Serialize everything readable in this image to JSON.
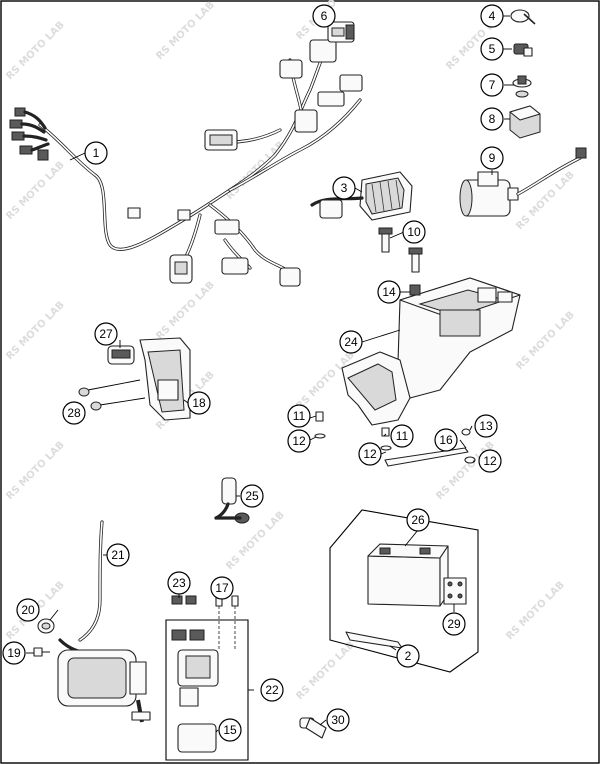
{
  "watermark": "RS MOTO LAB",
  "callouts": [
    {
      "id": "1",
      "label": "1"
    },
    {
      "id": "2",
      "label": "2"
    },
    {
      "id": "3",
      "label": "3"
    },
    {
      "id": "4",
      "label": "4"
    },
    {
      "id": "5",
      "label": "5"
    },
    {
      "id": "6",
      "label": "6"
    },
    {
      "id": "7",
      "label": "7"
    },
    {
      "id": "8",
      "label": "8"
    },
    {
      "id": "9",
      "label": "9"
    },
    {
      "id": "10",
      "label": "10"
    },
    {
      "id": "11a",
      "label": "11"
    },
    {
      "id": "11b",
      "label": "11"
    },
    {
      "id": "12a",
      "label": "12"
    },
    {
      "id": "12b",
      "label": "12"
    },
    {
      "id": "12c",
      "label": "12"
    },
    {
      "id": "13",
      "label": "13"
    },
    {
      "id": "14",
      "label": "14"
    },
    {
      "id": "15",
      "label": "15"
    },
    {
      "id": "16",
      "label": "16"
    },
    {
      "id": "17",
      "label": "17"
    },
    {
      "id": "18",
      "label": "18"
    },
    {
      "id": "19",
      "label": "19"
    },
    {
      "id": "20",
      "label": "20"
    },
    {
      "id": "21",
      "label": "21"
    },
    {
      "id": "22",
      "label": "22"
    },
    {
      "id": "23",
      "label": "23"
    },
    {
      "id": "24",
      "label": "24"
    },
    {
      "id": "25",
      "label": "25"
    },
    {
      "id": "26",
      "label": "26"
    },
    {
      "id": "27",
      "label": "27"
    },
    {
      "id": "28",
      "label": "28"
    },
    {
      "id": "29",
      "label": "29"
    },
    {
      "id": "30",
      "label": "30"
    }
  ]
}
